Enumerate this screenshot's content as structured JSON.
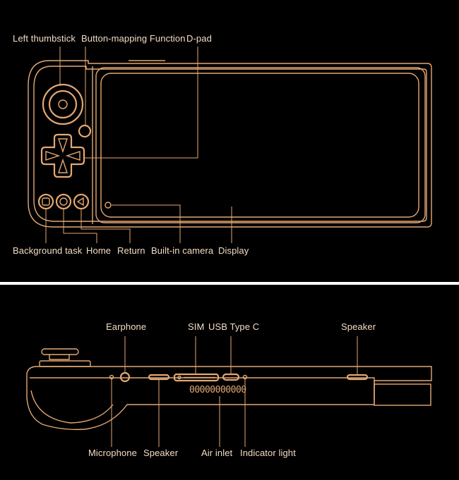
{
  "colors": {
    "background": "#000000",
    "outline": "#e3a874",
    "label_text": "#f2dcc4",
    "divider": "#ffffff"
  },
  "front_view": {
    "labels": {
      "left_thumbstick": "Left thumbstick",
      "button_mapping": "Button-mapping Function",
      "dpad": "D-pad",
      "background_task": "Background task",
      "home": "Home",
      "return": "Return",
      "built_in_camera": "Built-in camera",
      "display": "Display"
    },
    "icons": [
      "thumbstick-icon",
      "dpad-icon",
      "square-button-icon",
      "circle-button-icon",
      "triangle-back-button-icon",
      "camera-icon"
    ]
  },
  "side_view": {
    "labels": {
      "earphone": "Earphone",
      "sim": "SIM",
      "usb_type_c": "USB Type C",
      "speaker_right": "Speaker",
      "microphone": "Microphone",
      "speaker_left": "Speaker",
      "air_inlet": "Air inlet",
      "indicator_light": "Indicator light"
    },
    "vent_pattern": "00000000000"
  }
}
